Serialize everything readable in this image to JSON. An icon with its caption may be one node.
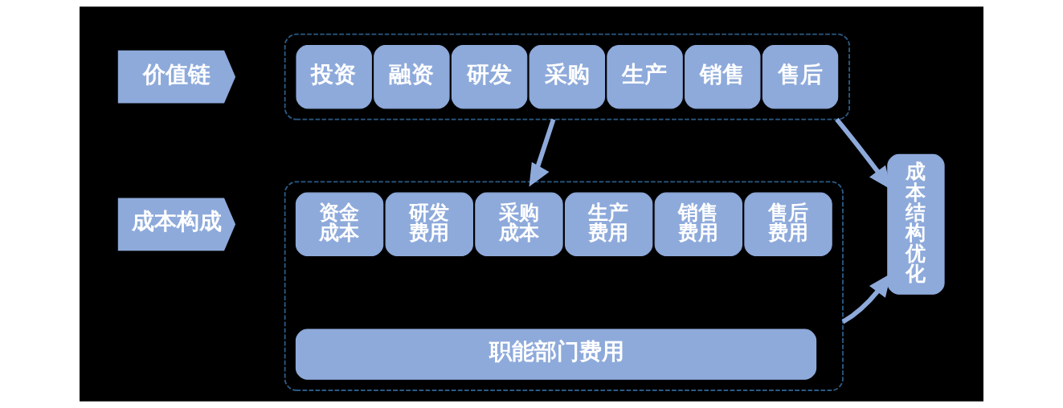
{
  "diagram": {
    "nodes": [
      {
        "text": [
          "价值链"
        ]
      },
      {
        "text": [],
        "shape": "box"
      },
      {
        "text": [
          "投资"
        ],
        "in": 1
      },
      {
        "text": [
          "融资"
        ],
        "in": 1
      },
      {
        "text": [
          "研发"
        ],
        "in": 1
      },
      {
        "text": [
          "采购"
        ],
        "in": 1
      },
      {
        "text": [
          "生产"
        ],
        "in": 1
      },
      {
        "text": [
          "销售"
        ],
        "in": 1
      },
      {
        "text": [
          "售后"
        ],
        "in": 1
      },
      {
        "text": [
          "成本构成"
        ]
      },
      {
        "text": [],
        "shape": "box"
      },
      {
        "text": [
          "资金成本"
        ],
        "in": 10
      },
      {
        "text": [
          "研发费用"
        ],
        "in": 10
      },
      {
        "text": [
          "采购成本"
        ],
        "in": 10
      },
      {
        "text": [
          "生产费用"
        ],
        "in": 10
      },
      {
        "text": [
          "销售费用"
        ],
        "in": 10
      },
      {
        "text": [
          "售后费用"
        ],
        "in": 10
      },
      {
        "text": [
          "职能部门费用"
        ],
        "in": 10
      },
      {
        "text": [
          "成本结构优化"
        ]
      }
    ],
    "edges": [
      {
        "from": 1,
        "to": 10,
        "arrow": "to"
      },
      {
        "from": 1,
        "to": 18,
        "arrow": "to"
      },
      {
        "from": 10,
        "to": 18,
        "arrow": "to"
      }
    ]
  }
}
